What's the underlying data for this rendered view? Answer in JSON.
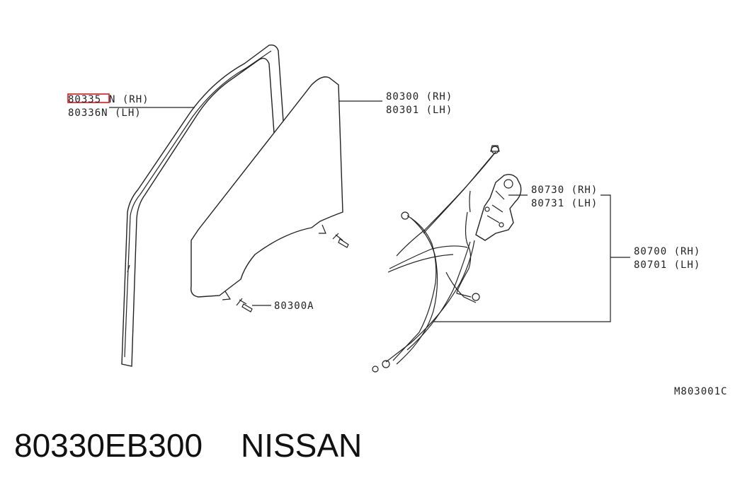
{
  "callouts": {
    "weatherstrip_rh_part": "80335",
    "weatherstrip_rh_suffix": "N (RH)",
    "weatherstrip_lh": "80336N (LH)",
    "glass_rh": "80300 (RH)",
    "glass_lh": "80301 (LH)",
    "bolt": "80300A",
    "motor_rh": "80730 (RH)",
    "motor_lh": "80731 (LH)",
    "regulator_rh": "80700 (RH)",
    "regulator_lh": "80701 (LH)",
    "figure_code": "M803001C"
  },
  "footer": {
    "part_number": "80330EB300",
    "brand": "NISSAN"
  },
  "colors": {
    "highlight_box": "#e0141e",
    "ink": "#222222",
    "background": "#ffffff"
  }
}
